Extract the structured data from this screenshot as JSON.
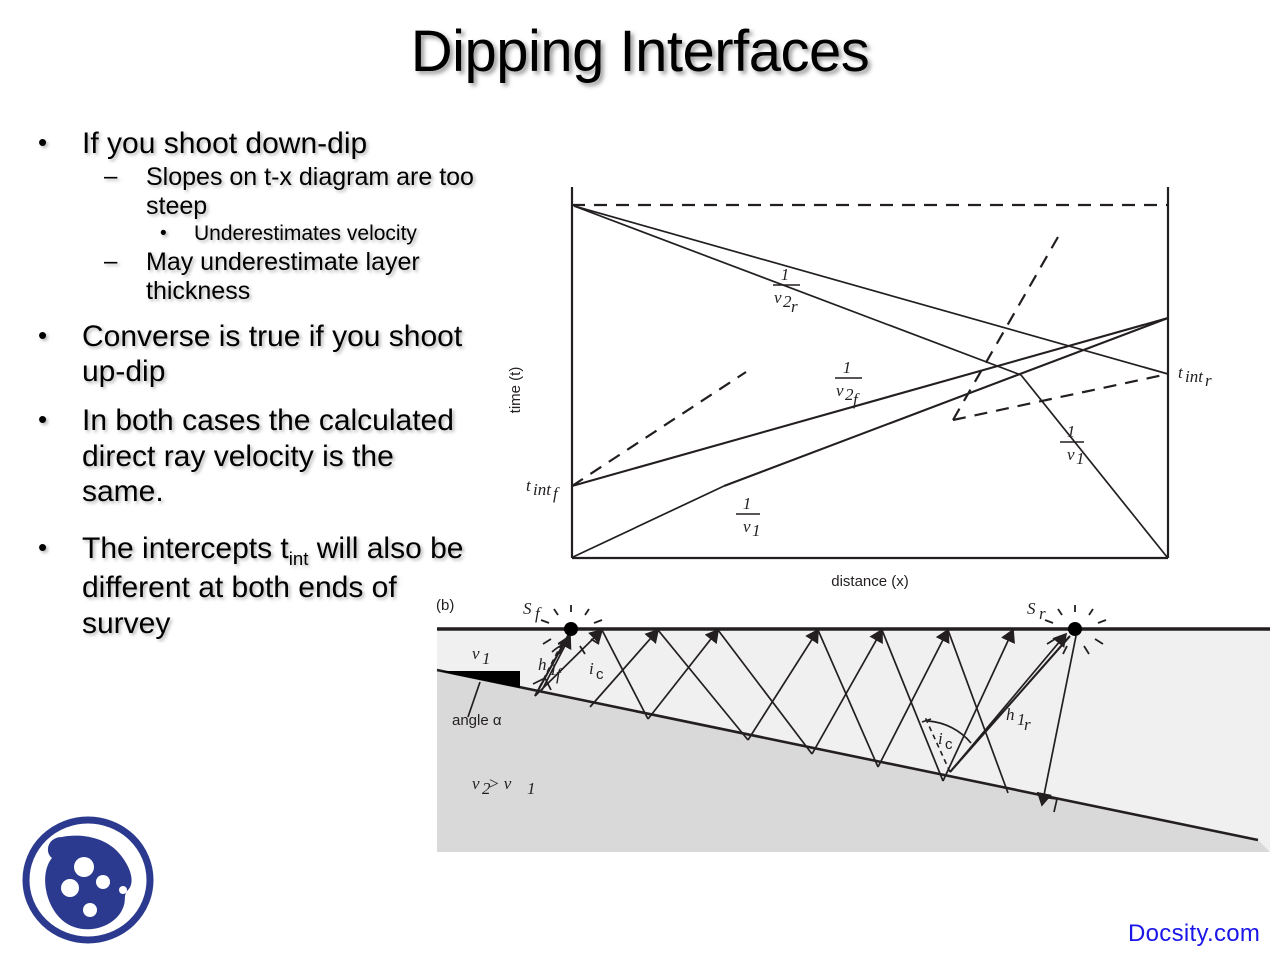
{
  "slide": {
    "title": "Dipping Interfaces",
    "background_color": "#ffffff",
    "text_color": "#000000"
  },
  "bullets": [
    {
      "level": 1,
      "marker": "•",
      "text": "If you shoot down-dip"
    },
    {
      "level": 2,
      "marker": "–",
      "text": "Slopes on t-x diagram are too steep"
    },
    {
      "level": 3,
      "marker": "•",
      "text": "Underestimates velocity"
    },
    {
      "level": 2,
      "marker": "–",
      "text": "May underestimate layer thickness"
    },
    {
      "level": 1,
      "marker": "•",
      "text": "Converse is true if you shoot up-dip"
    },
    {
      "level": 1,
      "marker": "•",
      "text": "In both cases the calculated direct ray velocity is the same."
    },
    {
      "level": 1,
      "marker": "•",
      "text_before_sub": "The intercepts t",
      "subscript": "int",
      "text_after_sub": " will also be different at both ends of survey"
    }
  ],
  "figure_tx": {
    "panel_label": "",
    "y_axis_label": "time (t)",
    "x_axis_label": "distance (x)",
    "labels": {
      "t_int_f": "t",
      "t_int_f_sub": "int",
      "t_int_f_sub2": "f",
      "t_int_r": "t",
      "t_int_r_sub": "int",
      "t_int_r_sub2": "r",
      "slope_v1_left_num": "1",
      "slope_v1_left_den": "v",
      "slope_v1_left_den_sub": "1",
      "slope_v1_right_num": "1",
      "slope_v1_right_den": "v",
      "slope_v1_right_den_sub": "1",
      "slope_v2f_num": "1",
      "slope_v2f_den": "v",
      "slope_v2f_den_sub": "2",
      "slope_v2f_den_sub2": "f",
      "slope_v2r_num": "1",
      "slope_v2r_den": "v",
      "slope_v2r_den_sub": "2",
      "slope_v2r_den_sub2": "r"
    }
  },
  "figure_b": {
    "panel_label": "(b)",
    "source_forward": "S",
    "source_forward_sub": "f",
    "source_reverse": "S",
    "source_reverse_sub": "r",
    "layer1_velocity": "v",
    "layer1_velocity_sub": "1",
    "layer2_relation": "v",
    "layer2_relation_sub": "2",
    "layer2_relation_op": " > v",
    "layer2_relation_sub2": "1",
    "depth_forward": "h",
    "depth_forward_sub": "1",
    "depth_forward_sub2": "f",
    "depth_reverse": "h",
    "depth_reverse_sub": "1",
    "depth_reverse_sub2": "r",
    "critical_angle_left": "i",
    "critical_angle_left_sub": "c",
    "critical_angle_right": "i",
    "critical_angle_right_sub": "c",
    "dip_angle": "angle α"
  },
  "chart_data": {
    "type": "line",
    "title": "",
    "xlabel": "distance (x)",
    "ylabel": "time (t)",
    "grid": false,
    "legend": "none",
    "description": "Reversed refraction travel-time (t-x) diagram for a dipping interface. Forward and reverse direct-wave and head-wave branches with their intercept times.",
    "series": [
      {
        "name": "1/v1 forward direct wave",
        "style": "solid",
        "x": [
          0,
          1
        ],
        "y": [
          0,
          0.88
        ],
        "label": "1/v₁",
        "note": "straight line from origin rising steeply to the forward crossover"
      },
      {
        "name": "1/v2f forward head wave",
        "style": "solid",
        "x": [
          0,
          1
        ],
        "y": [
          0.215,
          0.66
        ],
        "label": "1/v₂f",
        "note": "forward refracted branch, shallower slope, intercept t_int_f on left axis"
      },
      {
        "name": "t_int_f projection",
        "style": "dashed",
        "x": [
          0,
          0.36
        ],
        "y": [
          0.215,
          0.62
        ],
        "label": "t_int_f",
        "note": "dashed extension of the forward refractor branch back to the left axis"
      },
      {
        "name": "1/v1 reverse direct wave",
        "style": "solid",
        "x": [
          0,
          1
        ],
        "y": [
          0.88,
          0
        ],
        "label": "1/v₁",
        "note": "straight line from top-left down to bottom-right corner (reverse shot)"
      },
      {
        "name": "1/v2r reverse head wave",
        "style": "solid",
        "x": [
          0,
          1
        ],
        "y": [
          0.94,
          0.44
        ],
        "label": "1/v₂r",
        "note": "reverse refracted branch sloping down to the right axis"
      },
      {
        "name": "t_int_r projection",
        "style": "dashed",
        "x": [
          0.6,
          1
        ],
        "y": [
          0.74,
          0.3
        ],
        "label": "t_int_r",
        "note": "dashed extension of the reverse refractor branch to the right axis"
      },
      {
        "name": "top reference",
        "style": "dashed",
        "x": [
          0,
          1
        ],
        "y": [
          0.94,
          0.94
        ],
        "note": "horizontal dashed reciprocal-time line across the top"
      }
    ],
    "annotations": [
      {
        "text": "1/v₁",
        "position": "lower-left"
      },
      {
        "text": "1/v₂f",
        "position": "center-right"
      },
      {
        "text": "1/v₂r",
        "position": "upper-center"
      },
      {
        "text": "1/v₁",
        "position": "lower-right"
      },
      {
        "text": "t_int_f",
        "position": "left-axis"
      },
      {
        "text": "t_int_r",
        "position": "right-axis"
      }
    ]
  }
}
